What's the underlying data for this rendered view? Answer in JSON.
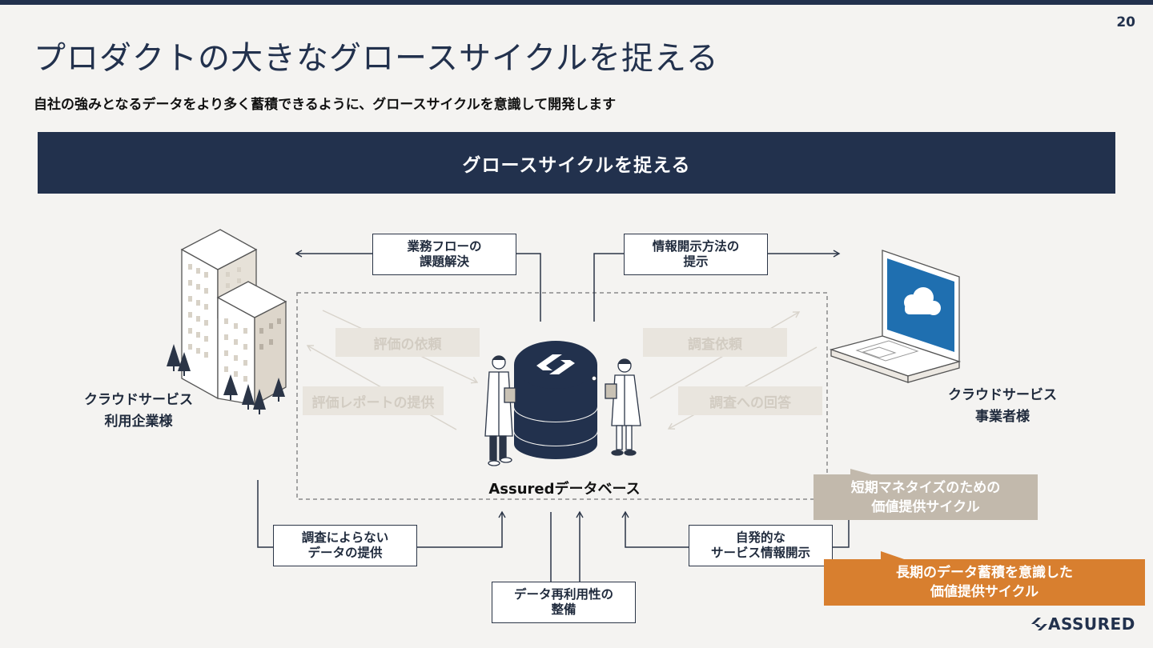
{
  "page_number": "20",
  "title": "プロダクトの大きなグロースサイクルを捉える",
  "subtitle": "自社の強みとなるデータをより多く蓄積できるように、グロースサイクルを意識して開発します",
  "banner": "グロースサイクルを捉える",
  "left_entity": "クラウドサービス\n利用企業様",
  "right_entity": "クラウドサービス\n事業者様",
  "database_label": "Assuredデータベース",
  "boxes": {
    "workflow": "業務フローの\n課題解決",
    "disclosure_method": "情報開示方法の\n提示",
    "data_without_survey": "調査によらない\nデータの提供",
    "data_reusability": "データ再利用性の\n整備",
    "voluntary_disclosure": "自発的な\nサービス情報開示"
  },
  "faded_flows": {
    "eval_request": "評価の依頼",
    "eval_report": "評価レポートの提供",
    "survey_request": "調査依頼",
    "survey_answer": "調査への回答"
  },
  "cycles": {
    "short_term": "短期マネタイズのための\n価値提供サイクル",
    "long_term": "長期のデータ蓄積を意識した\n価値提供サイクル"
  },
  "colors": {
    "navy": "#22314d",
    "short_term_cycle": "#c2b9ac",
    "long_term_cycle": "#d87f2f",
    "screen_blue": "#1f6fb0"
  },
  "logo_text": "ASSURED"
}
